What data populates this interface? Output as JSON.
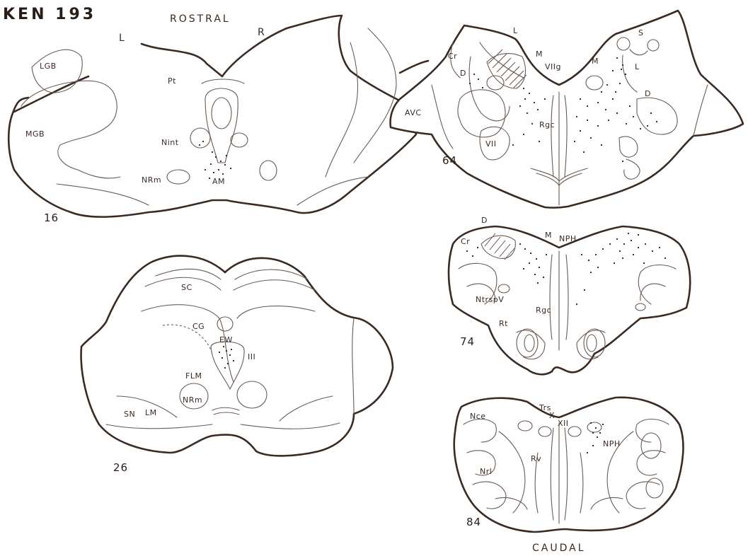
{
  "title": "KEN 193",
  "orientation": {
    "rostral": "ROSTRAL",
    "caudal": "CAUDAL",
    "left": "L",
    "right": "R"
  },
  "sections": {
    "s16": {
      "number": "16",
      "labels": {
        "lgb": "LGB",
        "mgb": "MGB",
        "pt": "Pt",
        "nint": "Nint",
        "nrm": "NRm",
        "am": "AM"
      }
    },
    "s26": {
      "number": "26",
      "labels": {
        "sc": "SC",
        "cg": "CG",
        "ew": "EW",
        "iii": "III",
        "flm": "FLM",
        "nrm": "NRm",
        "sn": "SN",
        "lm": "LM"
      }
    },
    "s64": {
      "number": "64",
      "labels": {
        "l_left": "L",
        "cr": "Cr",
        "m_left": "M",
        "d_left": "D",
        "viig": "VIIg",
        "m_right": "M",
        "s": "S",
        "l_right": "L",
        "d_right": "D",
        "avc": "AVC",
        "rgc": "Rgc",
        "vii": "VII"
      }
    },
    "s74": {
      "number": "74",
      "labels": {
        "d": "D",
        "cr": "Cr",
        "m": "M",
        "nph": "NPH",
        "ntrspv": "NtrspV",
        "rgc": "Rgc",
        "rt": "Rt"
      }
    },
    "s84": {
      "number": "84",
      "labels": {
        "nce": "Nce",
        "trs": "Trs",
        "x": "X",
        "xii": "XII",
        "nph": "NPH",
        "rv": "Rv",
        "nrl": "Nrl"
      }
    }
  },
  "colors": {
    "outline": "#3a2a22",
    "inner_line": "#6a5a52",
    "dot": "#2a1d18"
  }
}
